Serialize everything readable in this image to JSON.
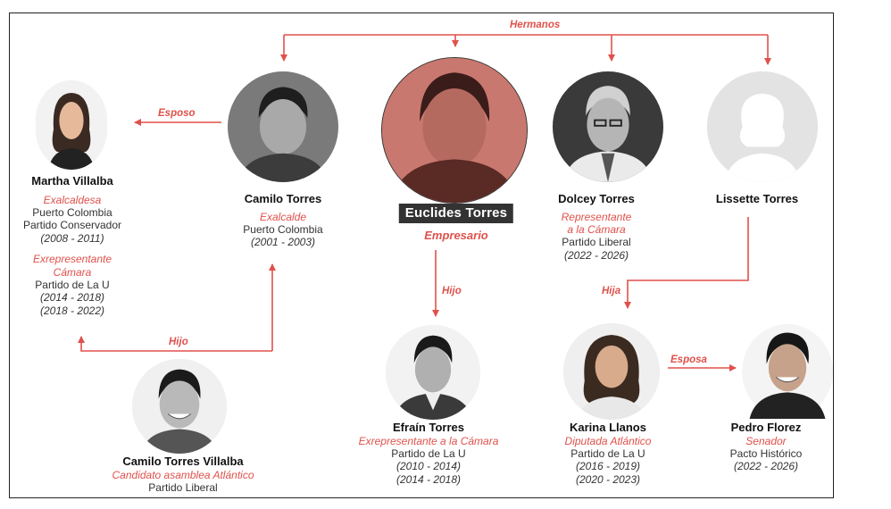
{
  "relations": {
    "hermanos": "Hermanos",
    "esposo": "Esposo",
    "hijo_camilo": "Hijo",
    "hijo_efrain": "Hijo",
    "hija": "Hija",
    "esposa": "Esposa"
  },
  "people": {
    "martha": {
      "name": "Martha Villalba",
      "role1": "Exalcaldesa",
      "place1": "Puerto Colombia",
      "party1": "Partido Conservador",
      "period1": "(2008 - 2011)",
      "role2a": "Exrepresentante",
      "role2b": "Cámara",
      "party2": "Partido de La U",
      "period2a": "(2014 - 2018)",
      "period2b": "(2018 - 2022)"
    },
    "camilo": {
      "name": "Camilo Torres",
      "role": "Exalcalde",
      "place": "Puerto Colombia",
      "period": "(2001 - 2003)"
    },
    "euclides": {
      "name": "Euclides Torres",
      "role": "Empresario"
    },
    "dolcey": {
      "name": "Dolcey Torres",
      "role_a": "Representante",
      "role_b": "a la Cámara",
      "party": "Partido Liberal",
      "period": "(2022 - 2026)"
    },
    "lissette": {
      "name": "Lissette Torres"
    },
    "camilo_villalba": {
      "name": "Camilo Torres Villalba",
      "role": "Candidato asamblea Atlántico",
      "party": "Partido Liberal"
    },
    "efrain": {
      "name": "Efraín Torres",
      "role": "Exrepresentante a la Cámara",
      "party": "Partido de La U",
      "period1": "(2010 - 2014)",
      "period2": "(2014 - 2018)"
    },
    "karina": {
      "name": "Karina Llanos",
      "role": "Diputada Atlántico",
      "party": "Partido de La U",
      "period1": "(2016 - 2019)",
      "period2": "(2020 - 2023)"
    },
    "pedro": {
      "name": "Pedro Florez",
      "role": "Senador",
      "party": "Pacto Histórico",
      "period": "(2022 - 2026)"
    }
  },
  "colors": {
    "accent": "#e0514b",
    "central_bg": "#c9786f",
    "label_bg": "#333333"
  }
}
